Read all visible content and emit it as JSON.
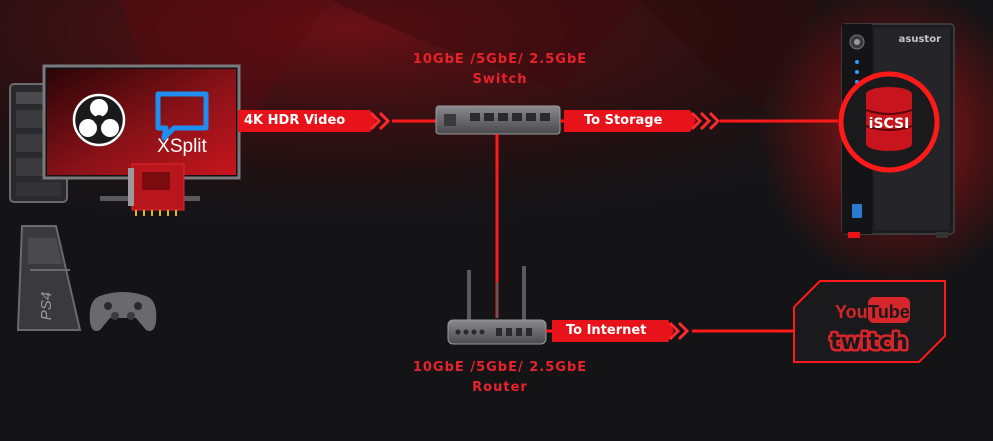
{
  "colors": {
    "background": "#141416",
    "accent_red": "#e8232a",
    "line_red": "#ff1a1a",
    "device_gray": "#6a6a6e",
    "nas_body": "#1c1c1e"
  },
  "software": {
    "obs_icon": "obs-logo-icon",
    "xsplit_label": "XSplit"
  },
  "console": {
    "label": "PS4"
  },
  "switch": {
    "caption_line1": "10GbE /5GbE/ 2.5GbE",
    "caption_line2": "Switch"
  },
  "router": {
    "caption_line1": "10GbE /5GbE/ 2.5GbE",
    "caption_line2": "Router"
  },
  "links": {
    "video_label": "4K HDR Video",
    "storage_label": "To Storage",
    "internet_label": "To Internet"
  },
  "nas": {
    "brand": "asustor",
    "badge": "iSCSI"
  },
  "streaming": {
    "youtube_you": "You",
    "youtube_tube": "Tube",
    "twitch": "twitch"
  }
}
